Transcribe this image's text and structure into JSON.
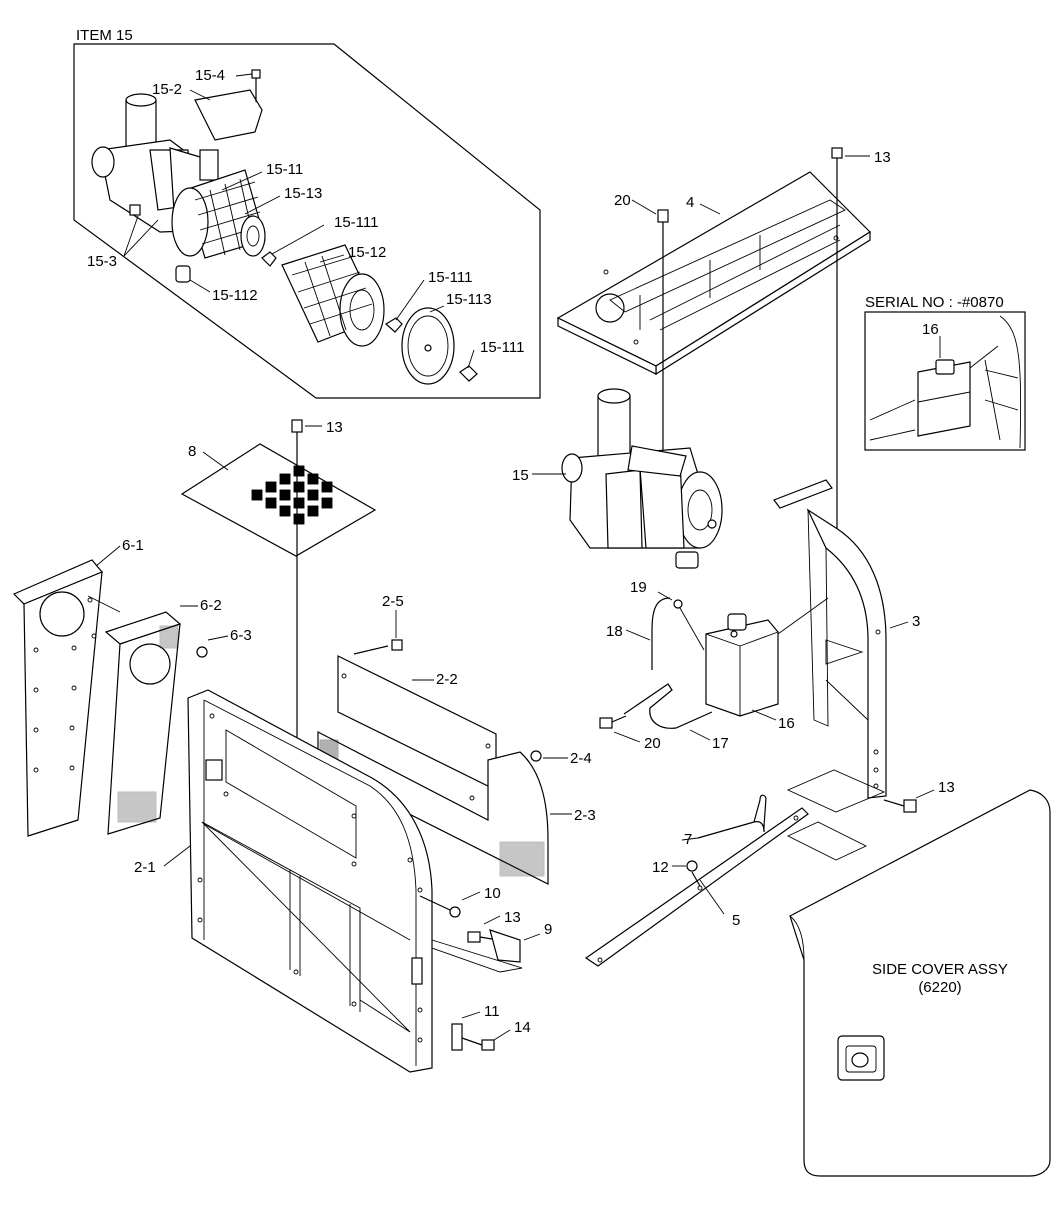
{
  "diagram": {
    "inset_title": "ITEM 15",
    "serial_note": "SERIAL NO : -#0870",
    "side_cover_line1": "SIDE COVER ASSY",
    "side_cover_line2": "(6220)",
    "labels": {
      "l_15_2": "15-2",
      "l_15_4": "15-4",
      "l_15_11": "15-11",
      "l_15_13": "15-13",
      "l_15_111a": "15-111",
      "l_15_3": "15-3",
      "l_15_12": "15-12",
      "l_15_111b": "15-111",
      "l_15_112": "15-112",
      "l_15_113": "15-113",
      "l_15_111c": "15-111",
      "l_20a": "20",
      "l_4": "4",
      "l_13a": "13",
      "l_16a": "16",
      "l_13b": "13",
      "l_8": "8",
      "l_15": "15",
      "l_6_1": "6-1",
      "l_6_2": "6-2",
      "l_6_3": "6-3",
      "l_2_5": "2-5",
      "l_19": "19",
      "l_3": "3",
      "l_18": "18",
      "l_2_2": "2-2",
      "l_20b": "20",
      "l_17": "17",
      "l_16b": "16",
      "l_2_4": "2-4",
      "l_13c": "13",
      "l_2_3": "2-3",
      "l_7": "7",
      "l_2_1": "2-1",
      "l_12": "12",
      "l_10": "10",
      "l_13d": "13",
      "l_5": "5",
      "l_9": "9",
      "l_11": "11",
      "l_14": "14"
    }
  }
}
